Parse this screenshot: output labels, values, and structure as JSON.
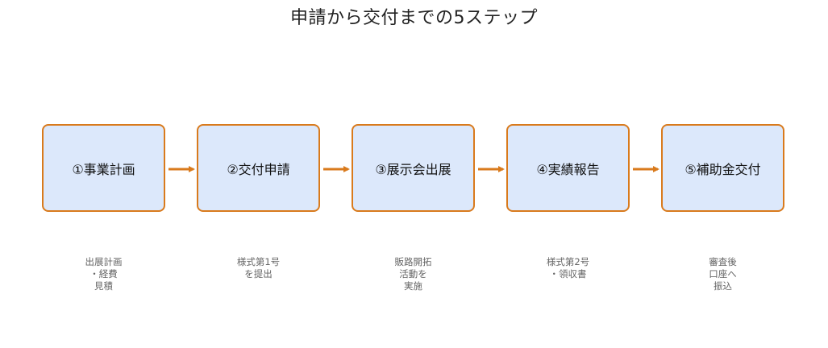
{
  "title": "申請から交付までの5ステップ",
  "colors": {
    "box_fill": "#dce8fb",
    "box_border": "#d97a1c",
    "arrow": "#d97a1c",
    "note_text": "#666666"
  },
  "steps": [
    {
      "label": "①事業計画",
      "note": [
        "出展計画",
        "・経費",
        "見積"
      ]
    },
    {
      "label": "②交付申請",
      "note": [
        "様式第1号",
        "を提出"
      ]
    },
    {
      "label": "③展示会出展",
      "note": [
        "販路開拓",
        "活動を",
        "実施"
      ]
    },
    {
      "label": "④実績報告",
      "note": [
        "様式第2号",
        "・領収書"
      ]
    },
    {
      "label": "⑤補助金交付",
      "note": [
        "審査後",
        "口座へ",
        "振込"
      ]
    }
  ]
}
